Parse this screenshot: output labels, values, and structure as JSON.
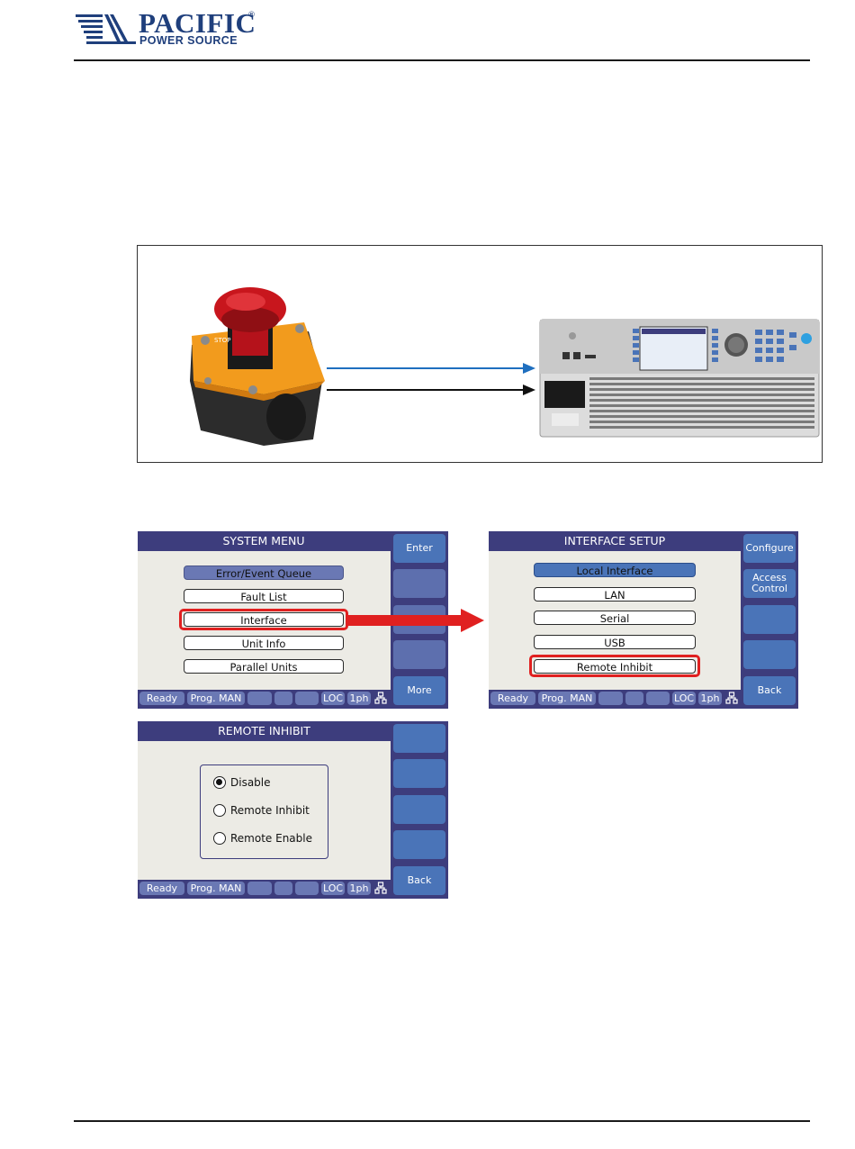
{
  "header": {
    "brand_name": "PACIFIC",
    "brand_registered": "®",
    "brand_subtitle": "POWER SOURCE"
  },
  "diagram": {
    "estop_label": "STOP"
  },
  "system_menu": {
    "title": "SYSTEM MENU",
    "items": [
      "Error/Event Queue",
      "Fault List",
      "Interface",
      "Unit Info",
      "Parallel Units"
    ],
    "highlighted_item": "Interface",
    "softkeys": [
      "Enter",
      "",
      "",
      "",
      "More"
    ]
  },
  "interface_setup": {
    "title": "INTERFACE SETUP",
    "items": [
      "Local Interface",
      "LAN",
      "Serial",
      "USB",
      "Remote Inhibit"
    ],
    "highlighted_item": "Remote Inhibit",
    "softkeys": [
      "Configure",
      "Access Control",
      "",
      "",
      "Back"
    ]
  },
  "remote_inhibit": {
    "title": "REMOTE INHIBIT",
    "options": [
      "Disable",
      "Remote Inhibit",
      "Remote Enable"
    ],
    "selected_option": "Disable",
    "softkeys": [
      "",
      "",
      "",
      "",
      "Back"
    ]
  },
  "status_bar": {
    "state": "Ready",
    "prog": "Prog. MAN",
    "loc": "LOC",
    "phase": "1ph"
  },
  "colors": {
    "brand_blue": "#1f3f7c",
    "screen_frame": "#3d3d7d",
    "softkey_blue": "#4a74b8",
    "highlight_red": "#e02020",
    "arrow_blue": "#1f6fbf",
    "estop_red": "#c8161d",
    "estop_orange": "#f29b1d"
  }
}
